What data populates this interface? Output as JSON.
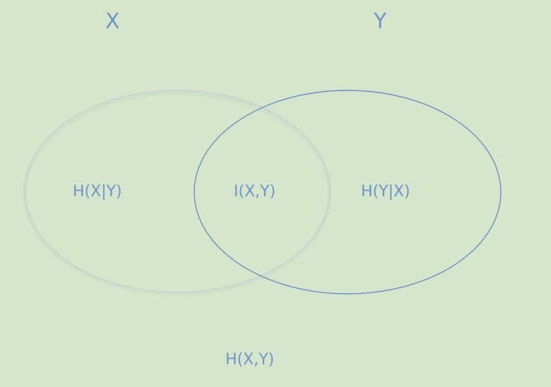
{
  "colors": {
    "background": "#d5e6cc",
    "label": "#6f95c9",
    "circle_x_stroke": "#ccd2cf",
    "circle_y_stroke": "#6f8fbf"
  },
  "sets": {
    "x": {
      "title": "X"
    },
    "y": {
      "title": "Y"
    }
  },
  "regions": {
    "x_given_y": "H(X|Y)",
    "mutual": "I(X,Y)",
    "y_given_x": "H(Y|X)",
    "joint": "H(X,Y)"
  }
}
